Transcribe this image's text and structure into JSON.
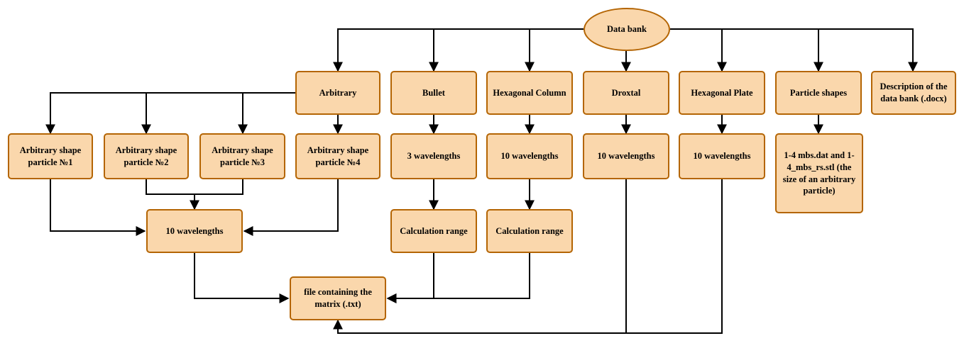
{
  "diagram": {
    "nodes": {
      "data_bank": "Data bank",
      "arbitrary": "Arbitrary",
      "bullet": "Bullet",
      "hex_column": "Hexagonal Column",
      "droxtal": "Droxtal",
      "hex_plate": "Hexagonal Plate",
      "particle_shapes": "Particle shapes",
      "description": "Description of the data bank (.docx)",
      "asp1": "Arbitrary shape particle №1",
      "asp2": "Arbitrary shape particle №2",
      "asp3": "Arbitrary shape particle №3",
      "asp4": "Arbitrary shape particle №4",
      "bullet_wl": "3 wavelengths",
      "hexcol_wl": "10 wavelengths",
      "droxtal_wl": "10 wavelengths",
      "hexplate_wl": "10 wavelengths",
      "mbs_files": "1-4 mbs.dat and 1-4_mbs_rs.stl (the size of an arbitrary particle)",
      "arb_wl": "10 wavelengths",
      "bullet_range": "Calculation range",
      "hexcol_range": "Calculation range",
      "matrix_file": "file containing the matrix (.txt)"
    },
    "colors": {
      "node_fill": "#fad7ac",
      "node_border": "#b46504",
      "edge": "#000000"
    }
  }
}
